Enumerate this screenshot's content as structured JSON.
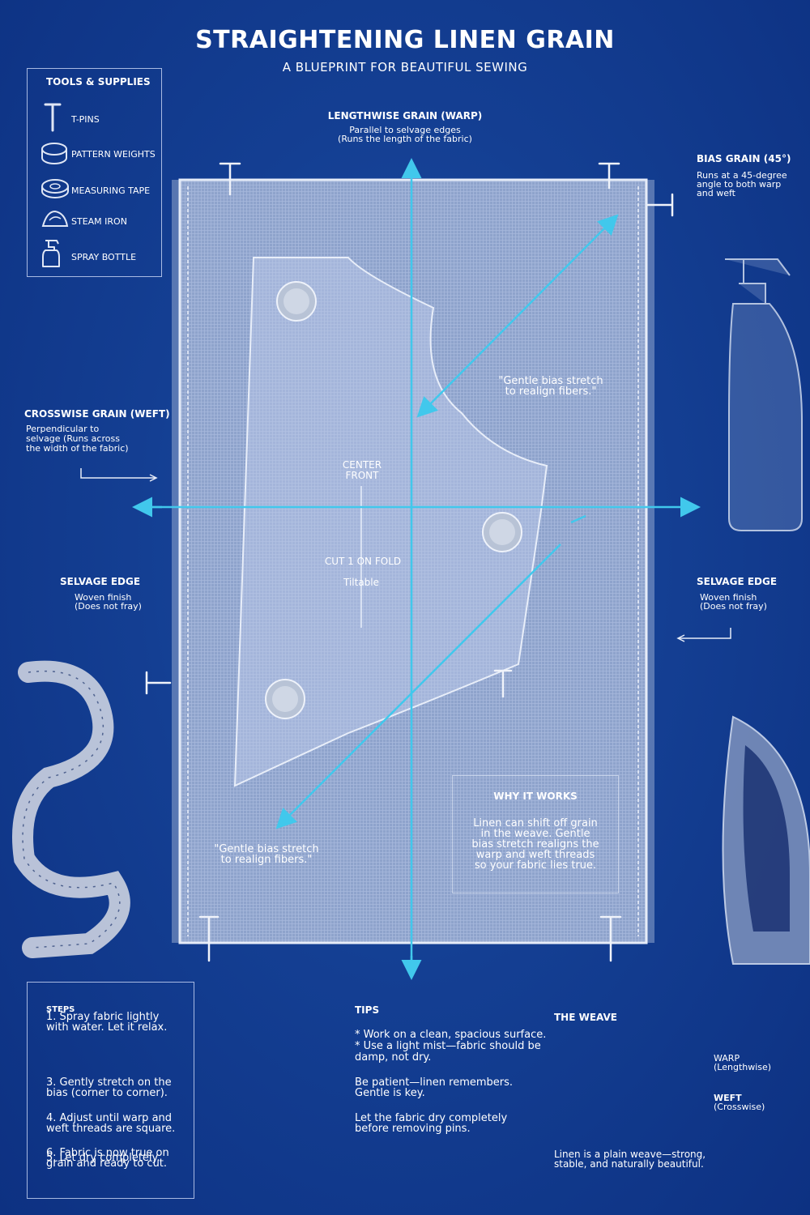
{
  "header": {
    "title": "STRAIGHTENING LINEN GRAIN",
    "subtitle": "A BLUEPRINT FOR BEAUTIFUL SEWING"
  },
  "tools": {
    "heading": "TOOLS & SUPPLIES",
    "items": [
      {
        "label": "T-PINS",
        "icon": "t-pin-icon"
      },
      {
        "label": "PATTERN WEIGHTS",
        "icon": "pattern-weight-icon"
      },
      {
        "label": "MEASURING TAPE",
        "icon": "measuring-tape-icon"
      },
      {
        "label": "STEAM IRON",
        "icon": "steam-iron-icon"
      },
      {
        "label": "SPRAY BOTTLE",
        "icon": "spray-bottle-icon"
      }
    ]
  },
  "lengthwise": {
    "title": "LENGTHWISE GRAIN (WARP)",
    "line1": "Parallel to selvage edges",
    "line2": "(Runs the length of the fabric)"
  },
  "bias": {
    "title": "BIAS GRAIN (45°)",
    "line1": "Runs at a 45-degree",
    "line2": "angle to both warp",
    "line3": "and weft"
  },
  "crosswise": {
    "title": "CROSSWISE GRAIN (WEFT)",
    "line1": "Perpendicular to",
    "line2": "selvage (Runs across",
    "line3": "the width of the fabric)"
  },
  "selvage_left": {
    "title": "SELVAGE EDGE",
    "line1": "Woven finish",
    "line2": "(Does not fray)"
  },
  "selvage_right": {
    "title": "SELVAGE EDGE",
    "line1": "Woven finish",
    "line2": "(Does not fray)"
  },
  "fabric": {
    "bias_note_top": {
      "line1": "\"Gentle bias stretch",
      "line2": "to realign fibers.\""
    },
    "bias_note_bottom": {
      "line1": "\"Gentle bias stretch",
      "line2": "to realign fibers.\""
    },
    "center_front": {
      "line1": "CENTER",
      "line2": "FRONT"
    },
    "cut_on_fold": "CUT 1 ON FOLD",
    "tiltable": "Tiltable"
  },
  "why": {
    "heading": "WHY IT WORKS",
    "lines": [
      "Linen can shift off grain",
      "in the weave. Gentle",
      "bias stretch realigns the",
      "warp and weft threads",
      "so your fabric lies true."
    ]
  },
  "steps": {
    "heading": "STEPS",
    "s1": {
      "line1": "1. Spray fabric lightly",
      "line2": "with water. Let it relax."
    },
    "s3": {
      "line1": "3. Gently stretch on the",
      "line2": "bias (corner to corner)."
    },
    "s4": {
      "line1": "4. Adjust until warp and",
      "line2": "weft threads are square."
    },
    "s6": {
      "line1": "6. Fabric is now true on",
      "line2": "grain and ready to cut."
    },
    "s5": "5. Let dry completely."
  },
  "tips": {
    "heading": "TIPS",
    "t1": "* Work on a clean, spacious surface.",
    "t2a": "* Use a light mist—fabric should be",
    "t2b": "damp, not dry.",
    "t3a": "Be patient—linen remembers.",
    "t3b": "Gentle is key.",
    "t4a": "Let the fabric dry completely",
    "t4b": "before removing pins."
  },
  "weave": {
    "heading": "THE WEAVE",
    "warp": "WARP",
    "warp_sub": "(Lengthwise)",
    "weft": "WEFT",
    "weft_sub": "(Crosswise)",
    "desc1": "Linen is a plain weave—strong,",
    "desc2": "stable, and naturally beautiful."
  },
  "colors": {
    "background": "#143f93",
    "arrow": "#41c8ec",
    "fabric": "#8fa6cf"
  }
}
